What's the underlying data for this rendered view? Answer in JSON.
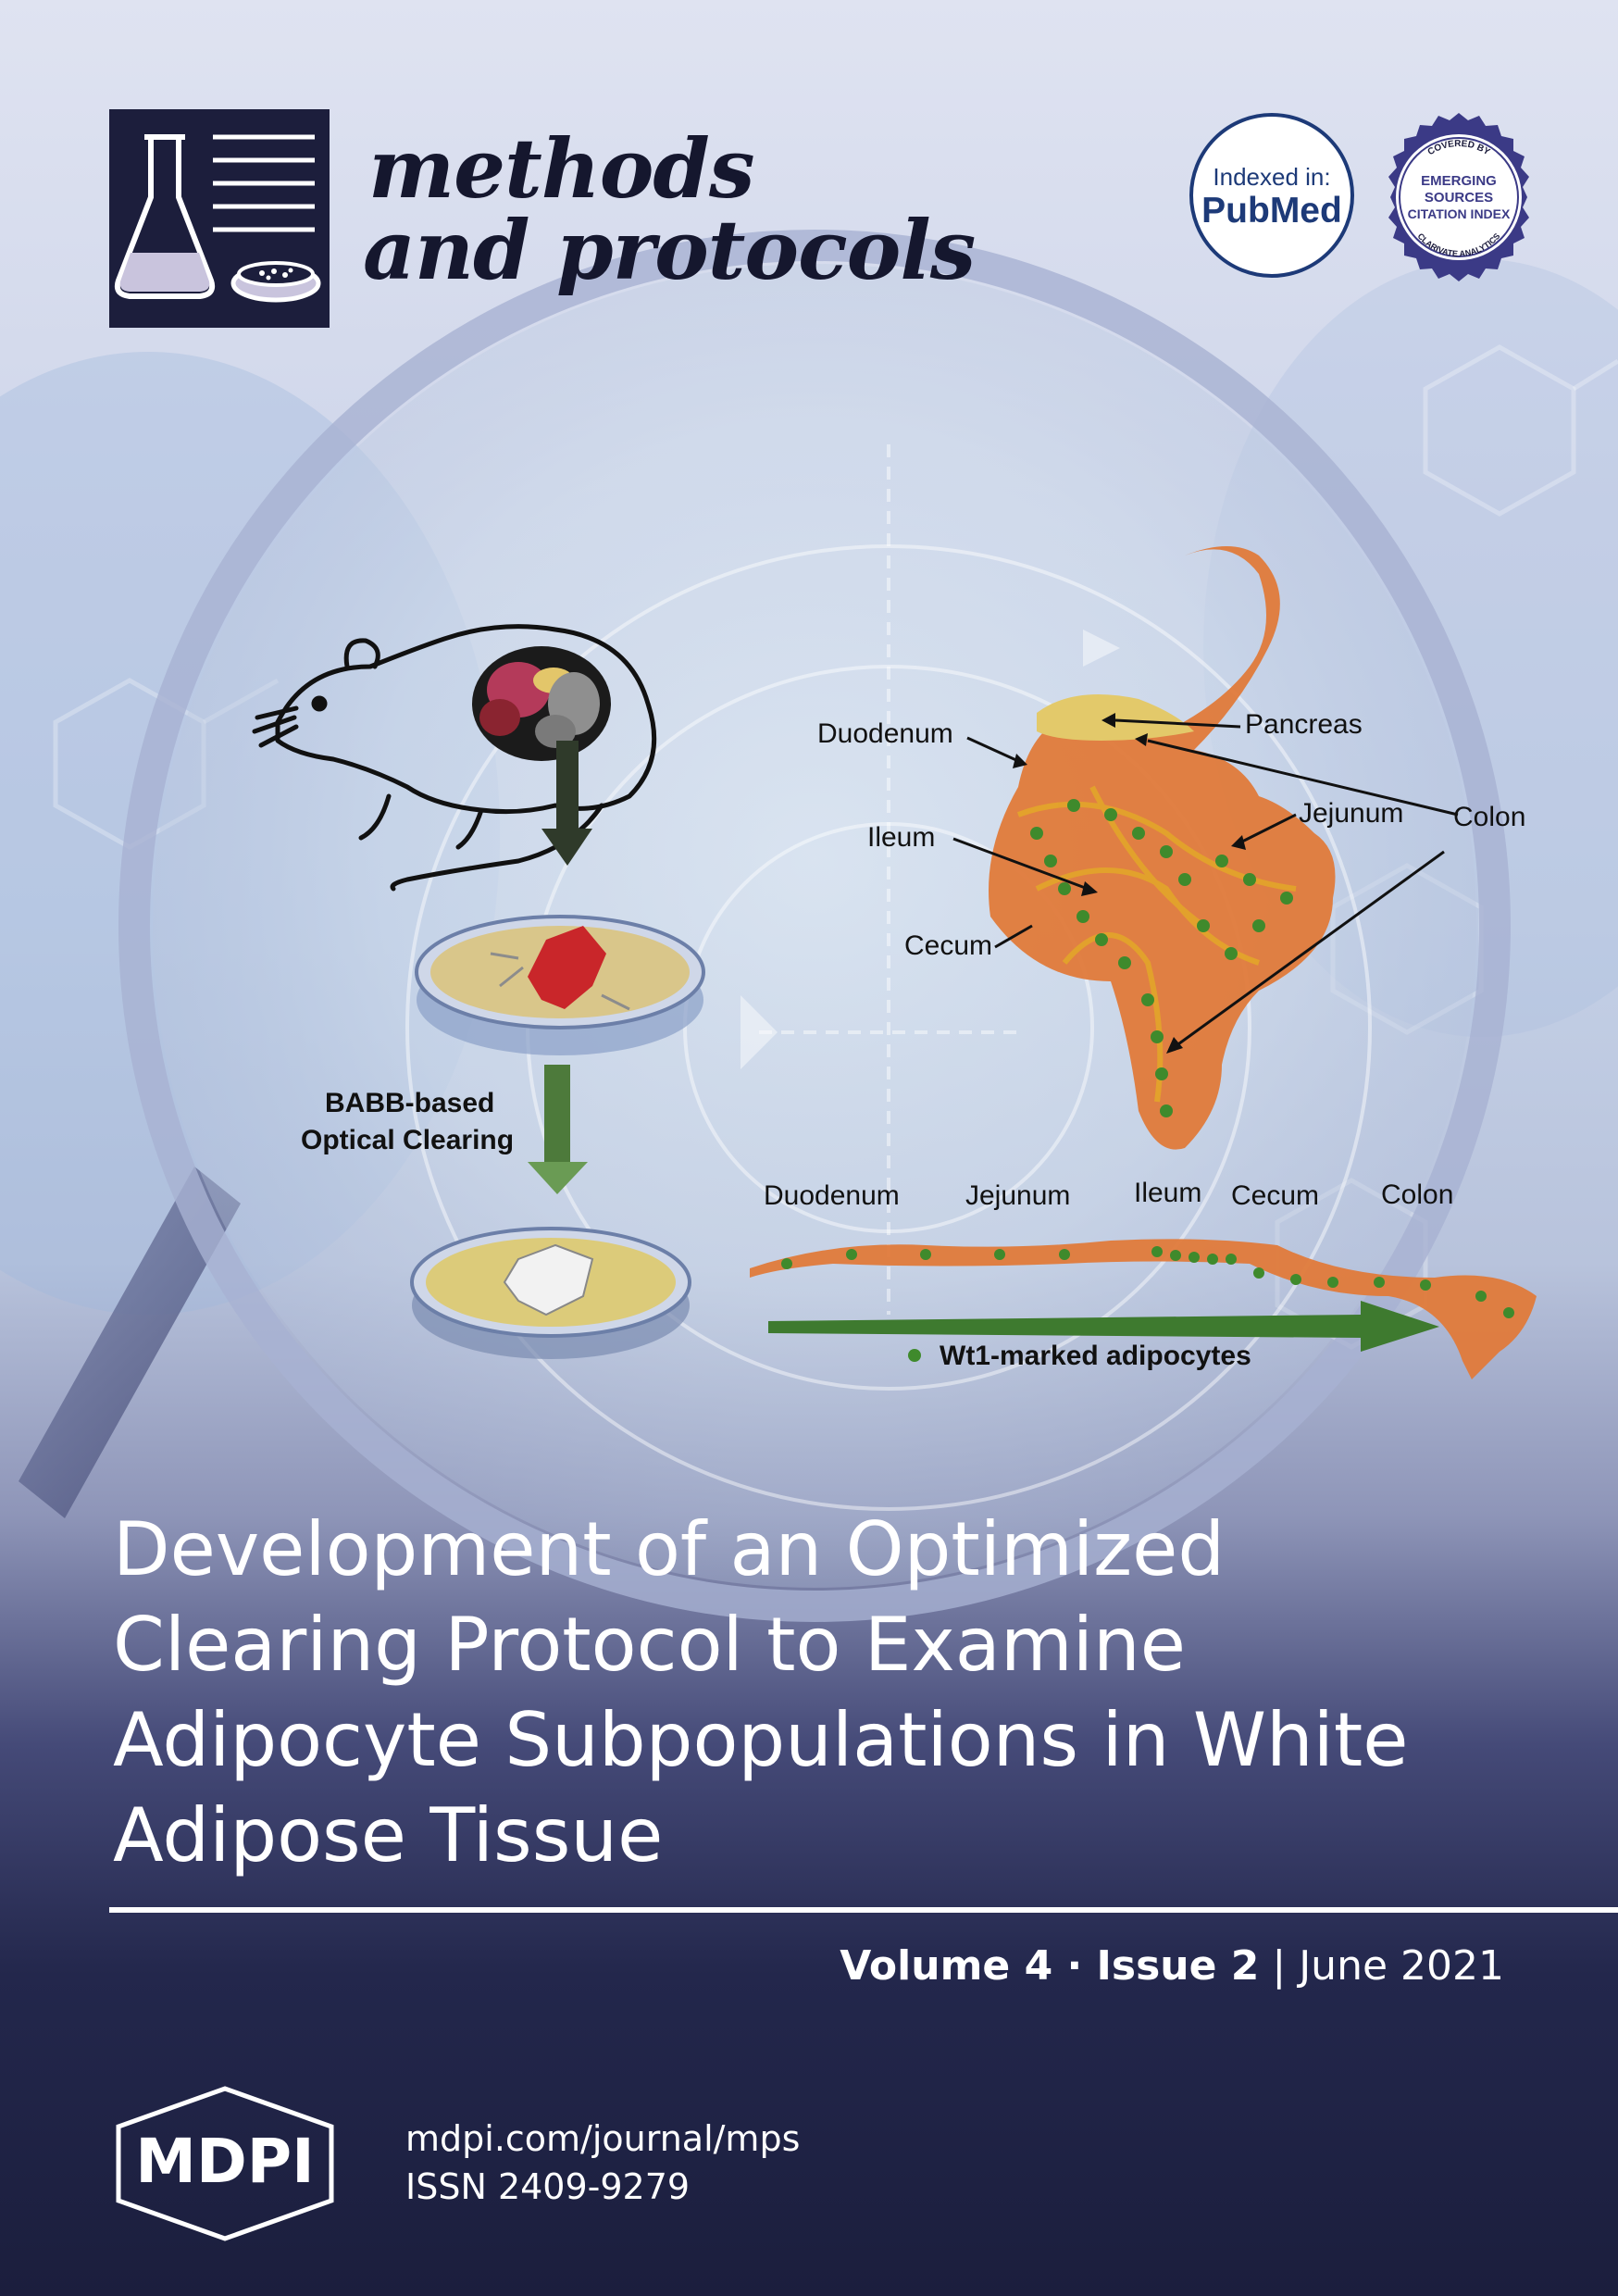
{
  "journal": {
    "name_line1": "methods",
    "name_line2": "and protocols"
  },
  "badges": {
    "pubmed_prefix": "Indexed in:",
    "pubmed_name": "PubMed",
    "esci_top": "COVERED BY",
    "esci_line1": "EMERGING",
    "esci_line2": "SOURCES",
    "esci_line3": "CITATION INDEX",
    "esci_bottom": "CLARIVATE ANALYTICS"
  },
  "figure": {
    "labels": {
      "duodenum_top": "Duodenum",
      "pancreas": "Pancreas",
      "jejunum_top": "Jejunum",
      "colon_top": "Colon",
      "ileum_top": "Ileum",
      "cecum_top": "Cecum",
      "clearing_line1": "BABB-based",
      "clearing_line2": "Optical Clearing",
      "duodenum_bottom": "Duodenum",
      "jejunum_bottom": "Jejunum",
      "ileum_bottom": "Ileum",
      "cecum_bottom": "Cecum",
      "colon_bottom": "Colon",
      "legend": "Wt1-marked adipocytes"
    }
  },
  "article": {
    "title_line1": "Development of an Optimized",
    "title_line2": "Clearing Protocol to Examine",
    "title_line3": "Adipocyte Subpopulations in White",
    "title_line4": "Adipose Tissue"
  },
  "issue": {
    "volume": "Volume 4",
    "separator": " · ",
    "issue": "Issue 2",
    "divider": " | ",
    "date": "June 2021"
  },
  "publisher": {
    "name": "MDPI",
    "url": "mdpi.com/journal/mps",
    "issn": "ISSN 2409-9279"
  },
  "colors": {
    "navy": "#1c1e3c",
    "pubmed_blue": "#1d3a78",
    "organ_orange": "#e07a3a",
    "adipocyte_green": "#3f8a2c"
  }
}
